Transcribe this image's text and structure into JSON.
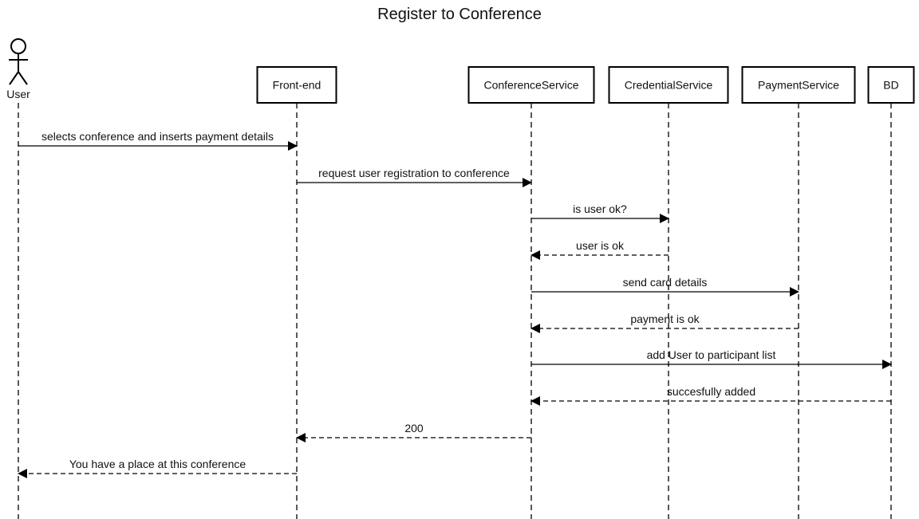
{
  "diagram": {
    "title": "Register to Conference",
    "actor": {
      "label": "User",
      "icon": "stick-figure-icon"
    },
    "participants": [
      {
        "id": "frontend",
        "label": "Front-end"
      },
      {
        "id": "conference",
        "label": "ConferenceService"
      },
      {
        "id": "credential",
        "label": "CredentialService"
      },
      {
        "id": "payment",
        "label": "PaymentService"
      },
      {
        "id": "bd",
        "label": "BD"
      }
    ],
    "messages": [
      {
        "from": "user",
        "to": "frontend",
        "label": "selects conference and inserts payment details",
        "kind": "sync"
      },
      {
        "from": "frontend",
        "to": "conference",
        "label": "request user registration to conference",
        "kind": "sync"
      },
      {
        "from": "conference",
        "to": "credential",
        "label": "is user ok?",
        "kind": "sync"
      },
      {
        "from": "credential",
        "to": "conference",
        "label": "user is ok",
        "kind": "return"
      },
      {
        "from": "conference",
        "to": "payment",
        "label": "send card details",
        "kind": "sync"
      },
      {
        "from": "payment",
        "to": "conference",
        "label": "payment is ok",
        "kind": "return"
      },
      {
        "from": "conference",
        "to": "bd",
        "label": "add User to participant list",
        "kind": "sync"
      },
      {
        "from": "bd",
        "to": "conference",
        "label": "succesfully added",
        "kind": "return"
      },
      {
        "from": "conference",
        "to": "frontend",
        "label": "200",
        "kind": "return"
      },
      {
        "from": "frontend",
        "to": "user",
        "label": "You have a place at this conference",
        "kind": "return"
      }
    ]
  }
}
